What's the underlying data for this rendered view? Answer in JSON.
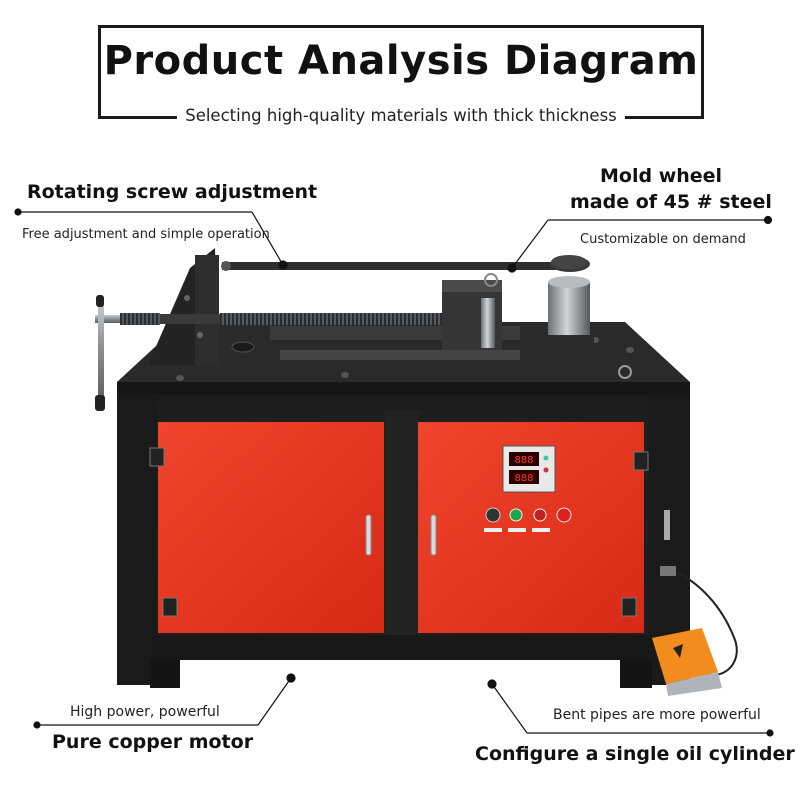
{
  "header": {
    "title": "Product Analysis Diagram",
    "subtitle": "Selecting high-quality materials with thick thickness"
  },
  "callouts": {
    "screw_title": "Rotating screw adjustment",
    "screw_desc": "Free adjustment and simple operation",
    "mold_title_line1": "Mold wheel",
    "mold_title_line2": "made of 45 # steel",
    "mold_desc": "Customizable on demand",
    "motor_desc": "High power, powerful",
    "motor_title": "Pure copper motor",
    "cylinder_desc": "Bent pipes are more powerful",
    "cylinder_title": "Configure a single oil cylinder"
  },
  "colors": {
    "door_red": "#e8321f",
    "frame_black": "#1c1c1c",
    "steel": "#8a8d90",
    "pedal_orange": "#f28c1e"
  },
  "control_panel": {
    "display_top": "888",
    "display_bottom": "888"
  }
}
